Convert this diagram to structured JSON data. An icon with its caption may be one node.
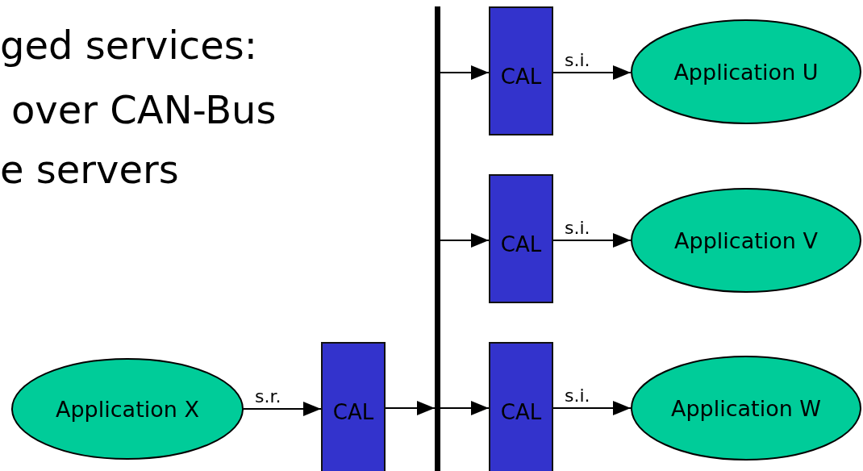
{
  "diagram": {
    "nodes": [
      {
        "text": [
          "Application X"
        ]
      },
      {
        "text": [
          "CAL"
        ]
      },
      {
        "text": [],
        "shape": "bar"
      },
      {
        "text": [
          "CAL"
        ]
      },
      {
        "text": [
          "CAL"
        ]
      },
      {
        "text": [
          "CAL"
        ]
      },
      {
        "text": [
          "Application U"
        ]
      },
      {
        "text": [
          "Application V"
        ]
      },
      {
        "text": [
          "Application W"
        ]
      }
    ],
    "edges": [
      {
        "from": 0,
        "to": 1,
        "arrow": "to",
        "label": "s.r."
      },
      {
        "from": 1,
        "to": 2,
        "arrow": "to"
      },
      {
        "from": 2,
        "to": 3,
        "arrow": "to"
      },
      {
        "from": 2,
        "to": 4,
        "arrow": "to"
      },
      {
        "from": 2,
        "to": 5,
        "arrow": "to"
      },
      {
        "from": 3,
        "to": 6,
        "arrow": "to",
        "label": "s.i."
      },
      {
        "from": 4,
        "to": 7,
        "arrow": "to",
        "label": "s.i."
      },
      {
        "from": 5,
        "to": 8,
        "arrow": "to",
        "label": "s.i."
      }
    ],
    "labels": [
      "ged services:",
      "over CAN-Bus",
      "e servers"
    ]
  }
}
